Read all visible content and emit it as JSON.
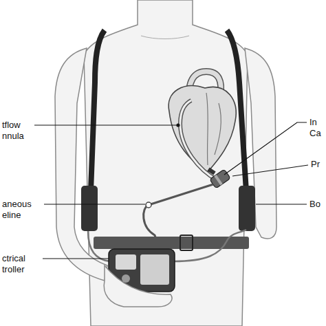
{
  "diagram": {
    "labels": [
      "tflow nnula",
      "In Ca",
      "Pr",
      "aneous eline",
      "Bo",
      "ctrical troller"
    ]
  }
}
